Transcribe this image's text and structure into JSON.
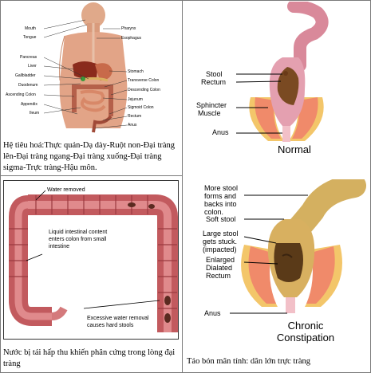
{
  "panel_digestive": {
    "labels": {
      "mouth": "Mouth",
      "tongue": "Tongue",
      "pharynx": "Pharynx",
      "esophagus": "Esophagus",
      "pancreas": "Pancreas",
      "liver": "Liver",
      "gallbladder": "Gallbladder",
      "duodenum": "Duodenum",
      "ascending_colon": "Ascending Colon",
      "appendix": "Appendix",
      "ileum": "Ileum",
      "stomach": "Stomach",
      "transverse_colon": "Transverse Colon",
      "descending_colon": "Descending Colon",
      "jejunum": "Jejunum",
      "sigmoid_colon": "Sigmoid Colon",
      "rectum": "Rectum",
      "anus": "Anus"
    },
    "caption": "Hệ tiêu hoá:Thực quản-Dạ dày-Ruột non-Đại tràng lên-Đại tràng ngang-Đại tràng xuống-Đại tràng sigma-Trực tràng-Hậu môn."
  },
  "panel_colon": {
    "labels": {
      "water_removed": "Water removed",
      "liquid_content": "Liquid intestinal content enters colon from small intestine",
      "excessive_water": "Excessive water removal causes hard stools"
    },
    "caption": "Nước bị tái hấp thu khiến phân cứng trong lòng đại tràng"
  },
  "panel_normal": {
    "labels": {
      "stool": "Stool",
      "rectum": "Rectum",
      "sphincter": "Sphincter",
      "muscle": "Muscle",
      "anus": "Anus",
      "title": "Normal"
    }
  },
  "panel_constipation": {
    "labels": {
      "more_stool": "More stool forms and backs into colon.",
      "soft_stool": "Soft stool",
      "large_stool": "Large stool gets stuck. (impacted)",
      "enlarged": "Enlarged Dialated Rectum",
      "anus": "Anus",
      "title": "Chronic Constipation"
    },
    "caption": "Táo bón mãn tính: dãn lớn trực tràng"
  }
}
